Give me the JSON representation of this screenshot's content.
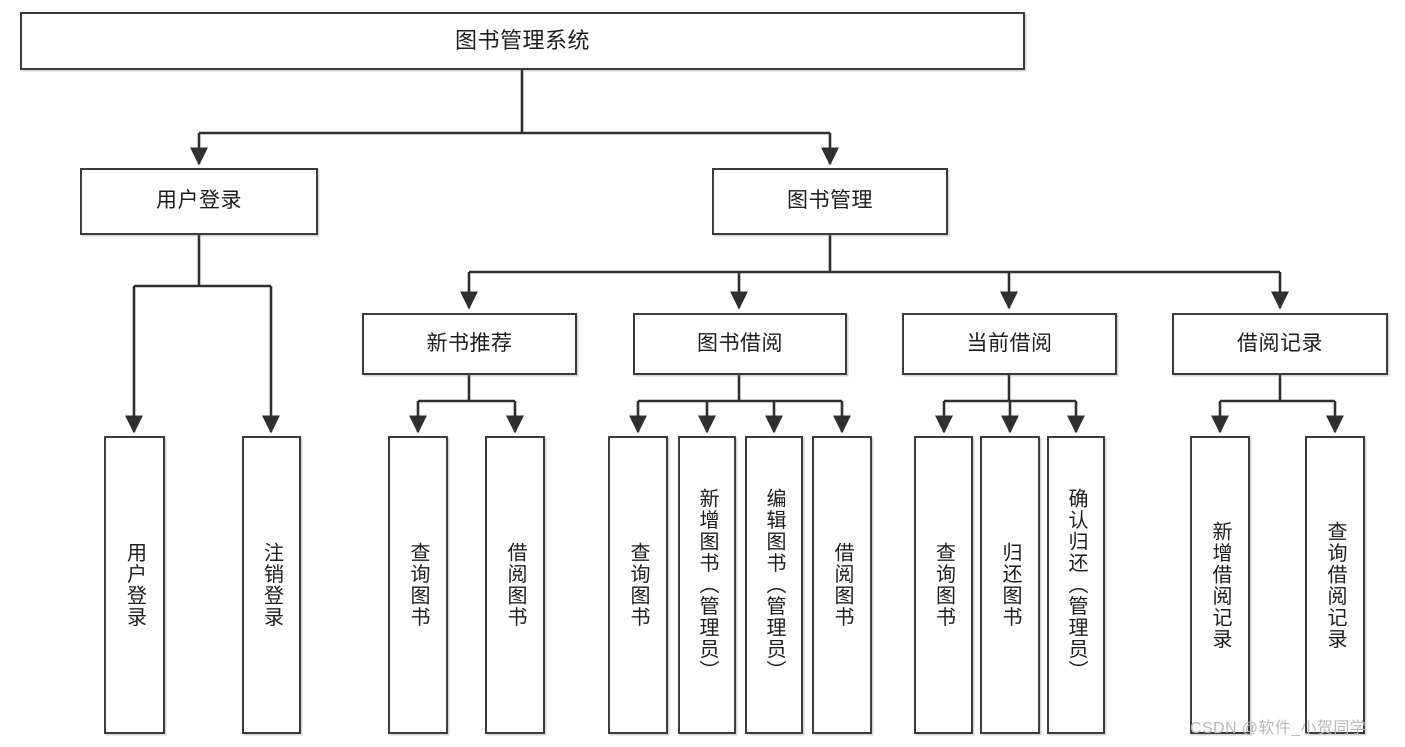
{
  "diagram": {
    "type": "tree-hierarchy",
    "title": "图书管理系统",
    "orientation": "top-down",
    "watermark": "CSDN @软件_小贺同学",
    "colors": {
      "box_border": "#3b3b3b",
      "box_fill": "#ffffff",
      "connector": "#2f2f2f",
      "text": "#1d1d1d",
      "watermark": "#b9b9b9"
    },
    "levels": [
      {
        "level": 1,
        "nodes": [
          {
            "id": "root",
            "label": "图书管理系统",
            "orientation": "horizontal"
          }
        ]
      },
      {
        "level": 2,
        "nodes": [
          {
            "id": "login",
            "label": "用户登录",
            "orientation": "horizontal",
            "parent": "root"
          },
          {
            "id": "bookmgmt",
            "label": "图书管理",
            "orientation": "horizontal",
            "parent": "root"
          }
        ]
      },
      {
        "level": 3,
        "nodes": [
          {
            "id": "newbook",
            "label": "新书推荐",
            "orientation": "horizontal",
            "parent": "bookmgmt"
          },
          {
            "id": "borrow",
            "label": "图书借阅",
            "orientation": "horizontal",
            "parent": "bookmgmt"
          },
          {
            "id": "current",
            "label": "当前借阅",
            "orientation": "horizontal",
            "parent": "bookmgmt"
          },
          {
            "id": "records",
            "label": "借阅记录",
            "orientation": "horizontal",
            "parent": "bookmgmt"
          }
        ]
      },
      {
        "level": 4,
        "nodes": [
          {
            "id": "leaf-user-login",
            "label": "用户登录",
            "orientation": "vertical",
            "parent": "login"
          },
          {
            "id": "leaf-user-logout",
            "label": "注销登录",
            "orientation": "vertical",
            "parent": "login"
          },
          {
            "id": "leaf-query-book-1",
            "label": "查询图书",
            "orientation": "vertical",
            "parent": "newbook"
          },
          {
            "id": "leaf-borrow-book-1",
            "label": "借阅图书",
            "orientation": "vertical",
            "parent": "newbook"
          },
          {
            "id": "leaf-query-book-2",
            "label": "查询图书",
            "orientation": "vertical",
            "parent": "borrow"
          },
          {
            "id": "leaf-add-book",
            "label": "新增图书（管理员）",
            "orientation": "vertical",
            "parent": "borrow"
          },
          {
            "id": "leaf-edit-book",
            "label": "编辑图书（管理员）",
            "orientation": "vertical",
            "parent": "borrow"
          },
          {
            "id": "leaf-borrow-book-2",
            "label": "借阅图书",
            "orientation": "vertical",
            "parent": "borrow"
          },
          {
            "id": "leaf-query-book-3",
            "label": "查询图书",
            "orientation": "vertical",
            "parent": "current"
          },
          {
            "id": "leaf-return-book",
            "label": "归还图书",
            "orientation": "vertical",
            "parent": "current"
          },
          {
            "id": "leaf-confirm-return",
            "label": "确认归还（管理员）",
            "orientation": "vertical",
            "parent": "current"
          },
          {
            "id": "leaf-add-record",
            "label": "新增借阅记录",
            "orientation": "vertical",
            "parent": "records"
          },
          {
            "id": "leaf-query-record",
            "label": "查询借阅记录",
            "orientation": "vertical",
            "parent": "records"
          }
        ]
      }
    ]
  }
}
